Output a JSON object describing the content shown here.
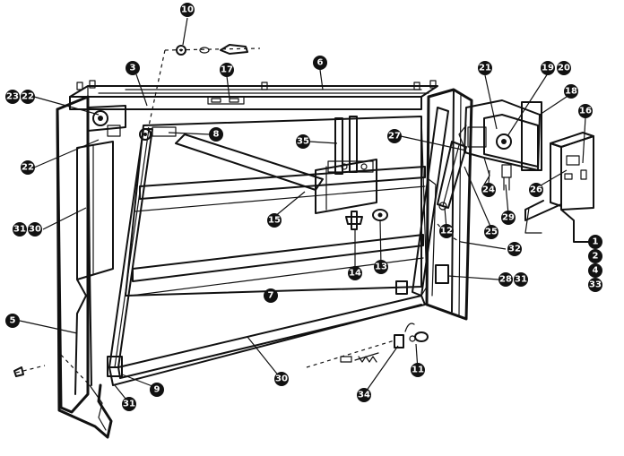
{
  "callouts": {
    "c10": "10",
    "c3": "3",
    "c6": "6",
    "c17": "17",
    "c21": "21",
    "c19": "19",
    "c20": "20",
    "c18": "18",
    "c23": "23",
    "c22a": "22",
    "c22b": "22",
    "c8": "8",
    "c35": "35",
    "c27": "27",
    "c16": "16",
    "c24": "24",
    "c26": "26",
    "c29": "29",
    "c31a": "31",
    "c30a": "30",
    "c15": "15",
    "c12": "12",
    "c25": "25",
    "c1": "1",
    "c2": "2",
    "c4": "4",
    "c33": "33",
    "c32": "32",
    "c14": "14",
    "c13": "13",
    "c28": "28",
    "c31b": "31",
    "c7": "7",
    "c5": "5",
    "c30b": "30",
    "c11": "11",
    "c9": "9",
    "c31c": "31",
    "c34": "34"
  }
}
